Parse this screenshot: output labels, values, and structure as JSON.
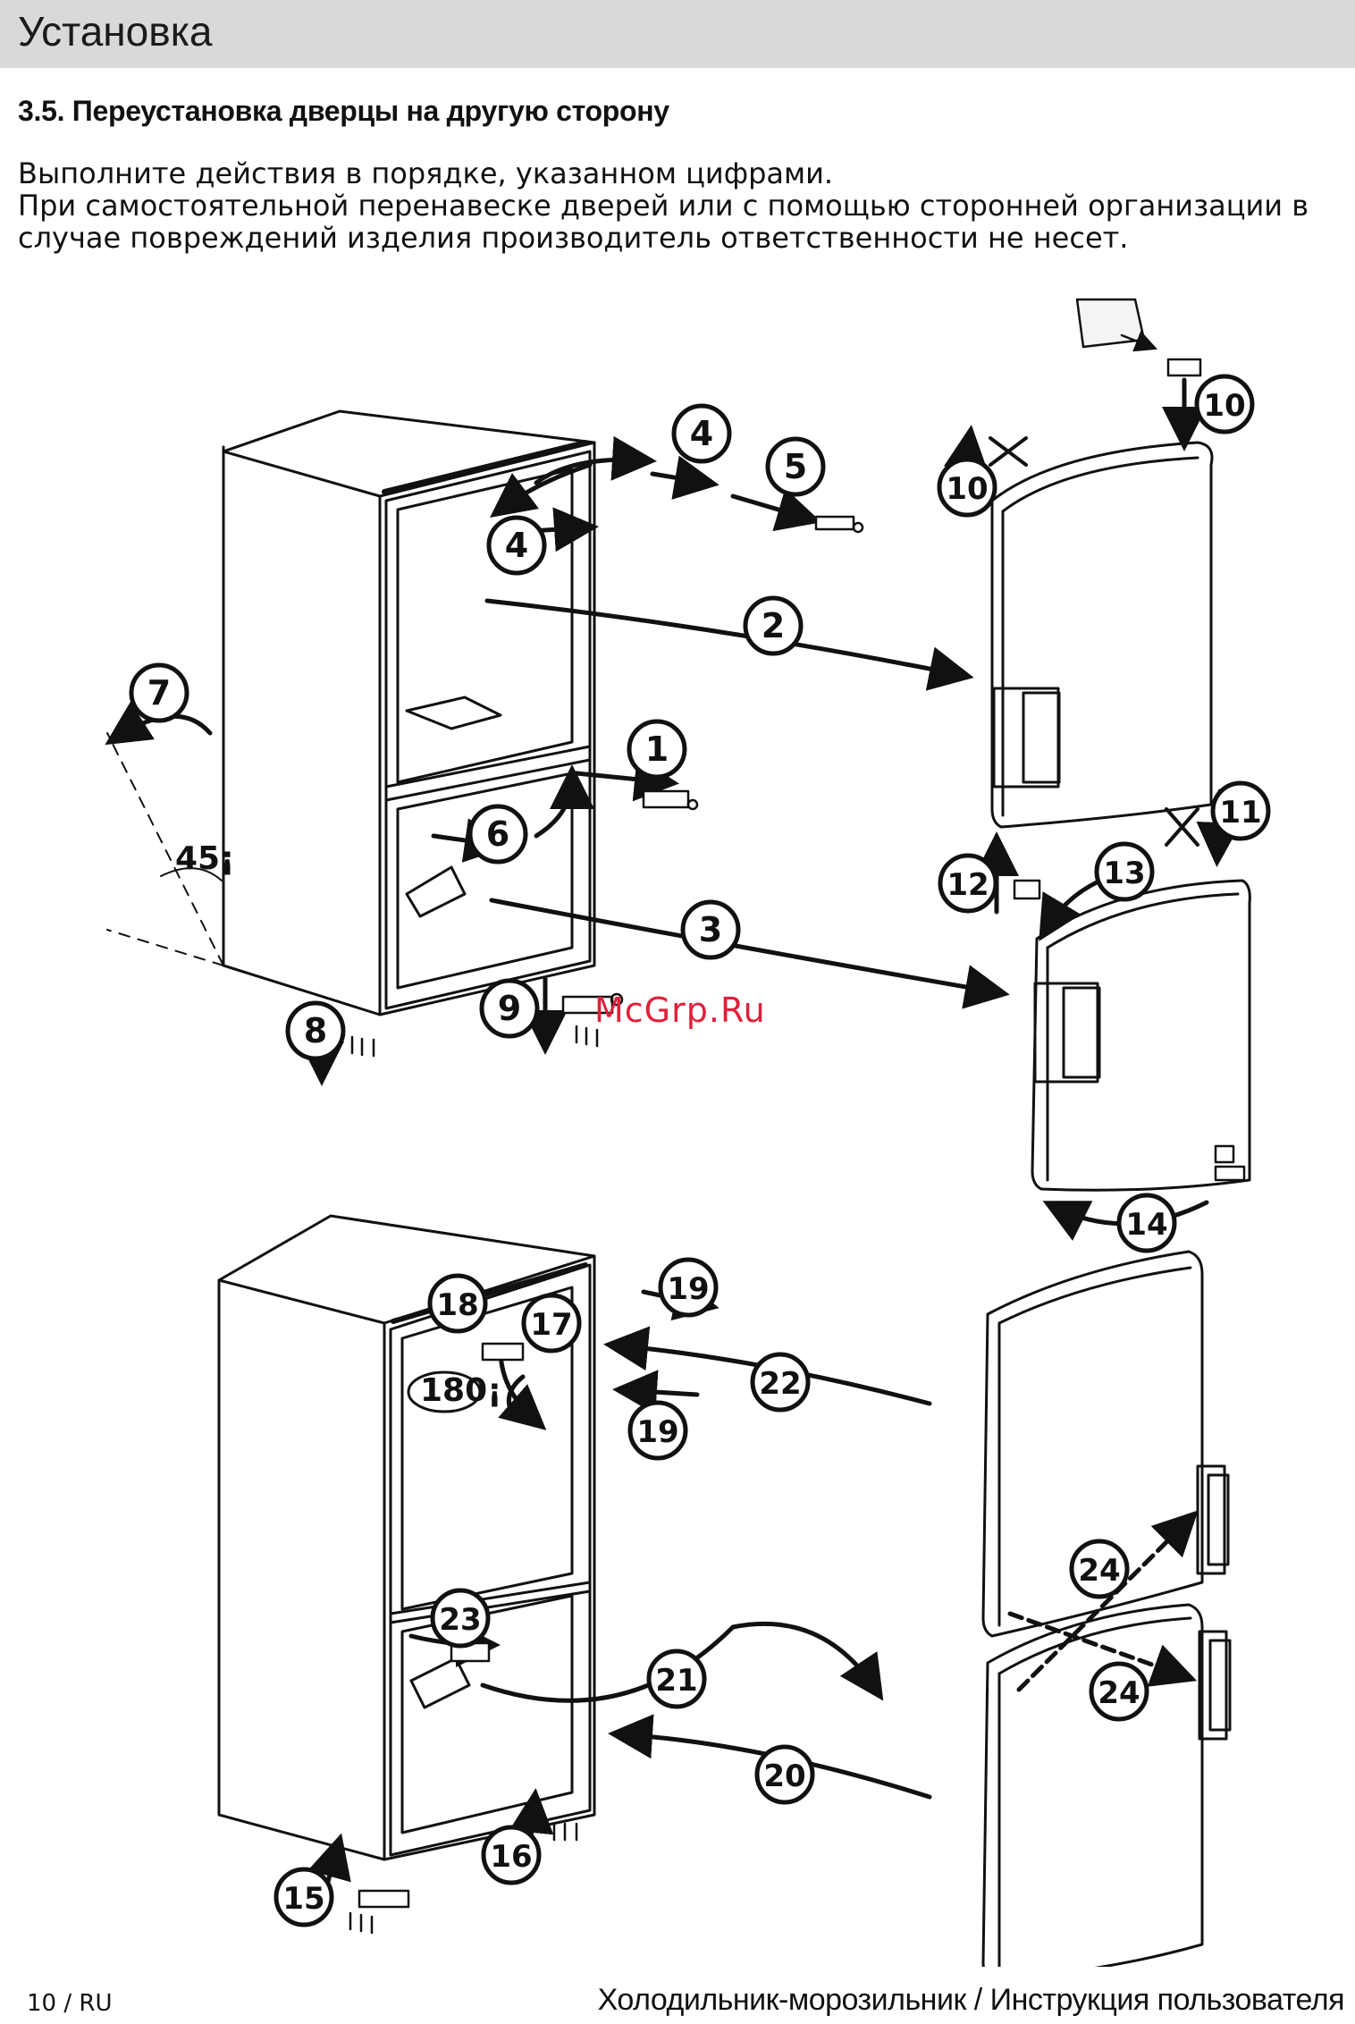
{
  "header": {
    "title": "Установка"
  },
  "section": {
    "title": "3.5. Переустановка дверцы на другую сторону"
  },
  "intro": {
    "line1": "Выполните действия в порядке, указанном цифрами.",
    "line2": "При самостоятельной перенавеске дверей или с помощью сторонней организации в случае повреждений изделия  производитель ответственности не несет."
  },
  "diagram": {
    "angle_45": "45¡",
    "angle_180": "180¡",
    "steps": [
      "1",
      "2",
      "3",
      "4",
      "4",
      "5",
      "6",
      "7",
      "8",
      "9",
      "10",
      "10",
      "11",
      "12",
      "13",
      "14",
      "15",
      "16",
      "17",
      "18",
      "19",
      "19",
      "20",
      "21",
      "22",
      "23",
      "24",
      "24"
    ]
  },
  "watermark": "McGrp.Ru",
  "footer": {
    "page": "10 / RU",
    "document": "Холодильник-морозильник / Инструкция пользователя"
  }
}
